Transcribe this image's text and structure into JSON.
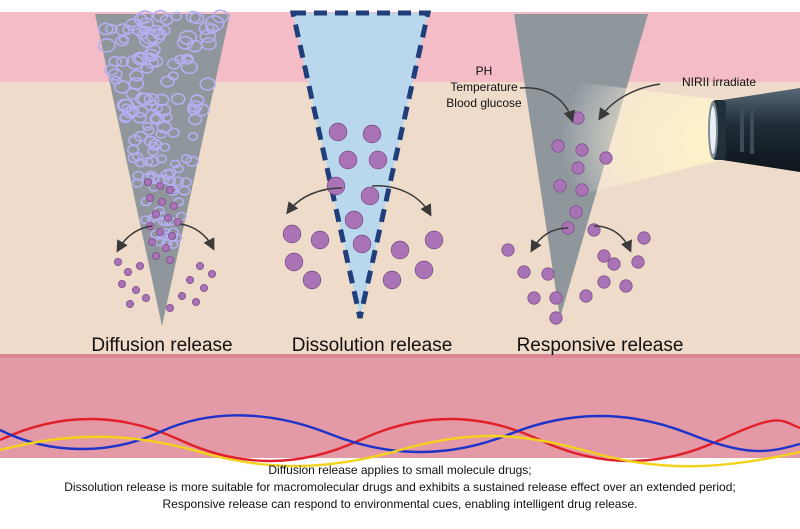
{
  "labels": {
    "diffusion": "Diffusion release",
    "dissolution": "Dissolution release",
    "responsive": "Responsive release",
    "stimuli": [
      "PH",
      "Temperature",
      "Blood glucose"
    ],
    "nir": "NIRII irradiate"
  },
  "captions": [
    "Diffusion release applies to small molecule drugs;",
    "Dissolution release is more suitable for macromolecular drugs and exhibits a sustained release effect over an extended period;",
    "Responsive release can respond to environmental cues, enabling intelligent drug release."
  ],
  "colors": {
    "epidermis": "#f4bcc6",
    "dermis": "#efdbc9",
    "hypodermis": "#e49aa6",
    "needle_gray": "#8f979d",
    "needle_blue": "#b9d8ee",
    "needle_border": "#1f3e7a",
    "particle": "#a973b5",
    "particle_stroke": "#7e4f8c",
    "vessel_red": "#e0212b",
    "vessel_blue": "#1d33c9",
    "vessel_yellow": "#f3d21b"
  }
}
